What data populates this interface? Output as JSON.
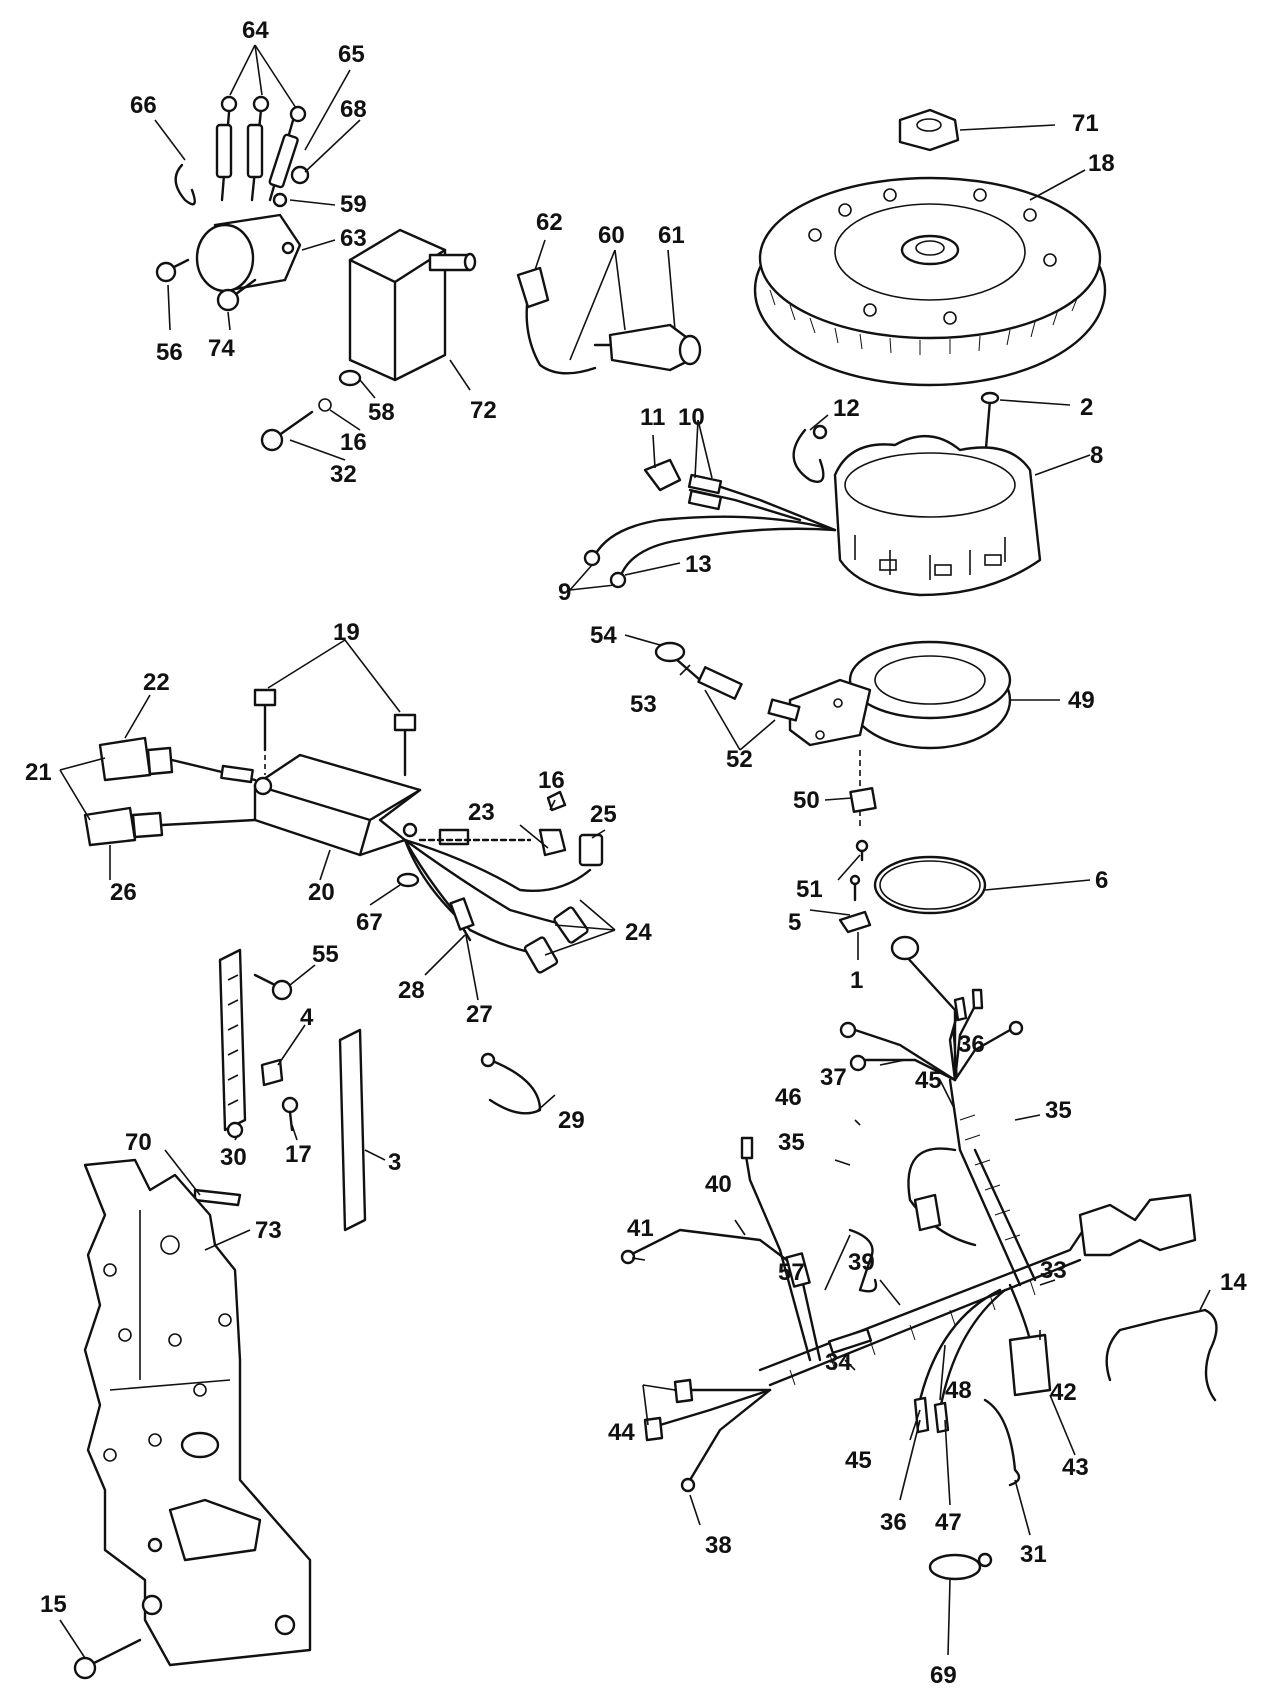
{
  "callouts": [
    {
      "id": "c64",
      "text": "64"
    },
    {
      "id": "c65",
      "text": "65"
    },
    {
      "id": "c66",
      "text": "66"
    },
    {
      "id": "c68",
      "text": "68"
    },
    {
      "id": "c59",
      "text": "59"
    },
    {
      "id": "c63",
      "text": "63"
    },
    {
      "id": "c56",
      "text": "56"
    },
    {
      "id": "c74",
      "text": "74"
    },
    {
      "id": "c62",
      "text": "62"
    },
    {
      "id": "c60",
      "text": "60"
    },
    {
      "id": "c61",
      "text": "61"
    },
    {
      "id": "c71",
      "text": "71"
    },
    {
      "id": "c18",
      "text": "18"
    },
    {
      "id": "c58",
      "text": "58"
    },
    {
      "id": "c72",
      "text": "72"
    },
    {
      "id": "c16a",
      "text": "16"
    },
    {
      "id": "c32",
      "text": "32"
    },
    {
      "id": "c11",
      "text": "11"
    },
    {
      "id": "c10",
      "text": "10"
    },
    {
      "id": "c12",
      "text": "12"
    },
    {
      "id": "c2",
      "text": "2"
    },
    {
      "id": "c8",
      "text": "8"
    },
    {
      "id": "c13",
      "text": "13"
    },
    {
      "id": "c9",
      "text": "9"
    },
    {
      "id": "c54",
      "text": "54"
    },
    {
      "id": "c53",
      "text": "53"
    },
    {
      "id": "c49",
      "text": "49"
    },
    {
      "id": "c52",
      "text": "52"
    },
    {
      "id": "c19",
      "text": "19"
    },
    {
      "id": "c22",
      "text": "22"
    },
    {
      "id": "c21",
      "text": "21"
    },
    {
      "id": "c26",
      "text": "26"
    },
    {
      "id": "c20",
      "text": "20"
    },
    {
      "id": "c23",
      "text": "23"
    },
    {
      "id": "c16b",
      "text": "16"
    },
    {
      "id": "c25",
      "text": "25"
    },
    {
      "id": "c67",
      "text": "67"
    },
    {
      "id": "c24",
      "text": "24"
    },
    {
      "id": "c28",
      "text": "28"
    },
    {
      "id": "c27",
      "text": "27"
    },
    {
      "id": "c50",
      "text": "50"
    },
    {
      "id": "c51",
      "text": "51"
    },
    {
      "id": "c6",
      "text": "6"
    },
    {
      "id": "c5",
      "text": "5"
    },
    {
      "id": "c1",
      "text": "1"
    },
    {
      "id": "c55",
      "text": "55"
    },
    {
      "id": "c4",
      "text": "4"
    },
    {
      "id": "c17",
      "text": "17"
    },
    {
      "id": "c3",
      "text": "3"
    },
    {
      "id": "c29",
      "text": "29"
    },
    {
      "id": "c30",
      "text": "30"
    },
    {
      "id": "c70",
      "text": "70"
    },
    {
      "id": "c73",
      "text": "73"
    },
    {
      "id": "c15",
      "text": "15"
    },
    {
      "id": "c36a",
      "text": "36"
    },
    {
      "id": "c37",
      "text": "37"
    },
    {
      "id": "c45a",
      "text": "45"
    },
    {
      "id": "c35a",
      "text": "35"
    },
    {
      "id": "c46",
      "text": "46"
    },
    {
      "id": "c35b",
      "text": "35"
    },
    {
      "id": "c40",
      "text": "40"
    },
    {
      "id": "c41",
      "text": "41"
    },
    {
      "id": "c57",
      "text": "57"
    },
    {
      "id": "c39",
      "text": "39"
    },
    {
      "id": "c33",
      "text": "33"
    },
    {
      "id": "c14",
      "text": "14"
    },
    {
      "id": "c34",
      "text": "34"
    },
    {
      "id": "c48",
      "text": "48"
    },
    {
      "id": "c42",
      "text": "42"
    },
    {
      "id": "c44",
      "text": "44"
    },
    {
      "id": "c45b",
      "text": "45"
    },
    {
      "id": "c43",
      "text": "43"
    },
    {
      "id": "c36b",
      "text": "36"
    },
    {
      "id": "c47",
      "text": "47"
    },
    {
      "id": "c38",
      "text": "38"
    },
    {
      "id": "c31",
      "text": "31"
    },
    {
      "id": "c69",
      "text": "69"
    }
  ]
}
